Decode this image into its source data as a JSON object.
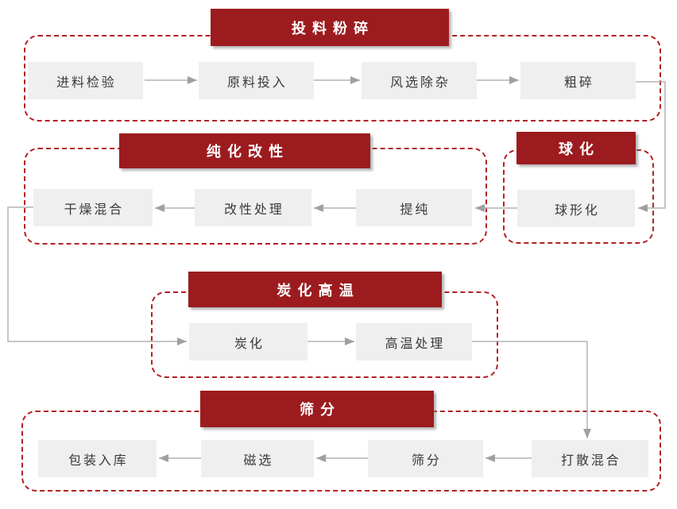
{
  "diagram": {
    "sections": [
      {
        "key": "feeding-crushing",
        "label": "投料粉碎",
        "steps": [
          "进料检验",
          "原料投入",
          "风选除杂",
          "粗碎"
        ]
      },
      {
        "key": "purification-modification",
        "label": "纯化改性",
        "steps": [
          "干燥混合",
          "改性处理",
          "提纯"
        ]
      },
      {
        "key": "spheroidization",
        "label": "球化",
        "steps": [
          "球形化"
        ]
      },
      {
        "key": "carbonization-high-temp",
        "label": "炭化高温",
        "steps": [
          "炭化",
          "高温处理"
        ]
      },
      {
        "key": "sieving",
        "label": "筛分",
        "steps": [
          "包装入库",
          "磁选",
          "筛分",
          "打散混合"
        ]
      }
    ],
    "flow_order": [
      "进料检验",
      "原料投入",
      "风选除杂",
      "粗碎",
      "球形化",
      "提纯",
      "改性处理",
      "干燥混合",
      "炭化",
      "高温处理",
      "打散混合",
      "筛分",
      "磁选",
      "包装入库"
    ],
    "colors": {
      "header_bg": "#9c1b1e",
      "header_text": "#ffffff",
      "container_border": "#b41f24",
      "step_bg": "#efefef",
      "step_text": "#3a3a3a",
      "arrow": "#b3b3b3",
      "arrow_head": "#a0a0a0",
      "background": "#ffffff"
    }
  }
}
